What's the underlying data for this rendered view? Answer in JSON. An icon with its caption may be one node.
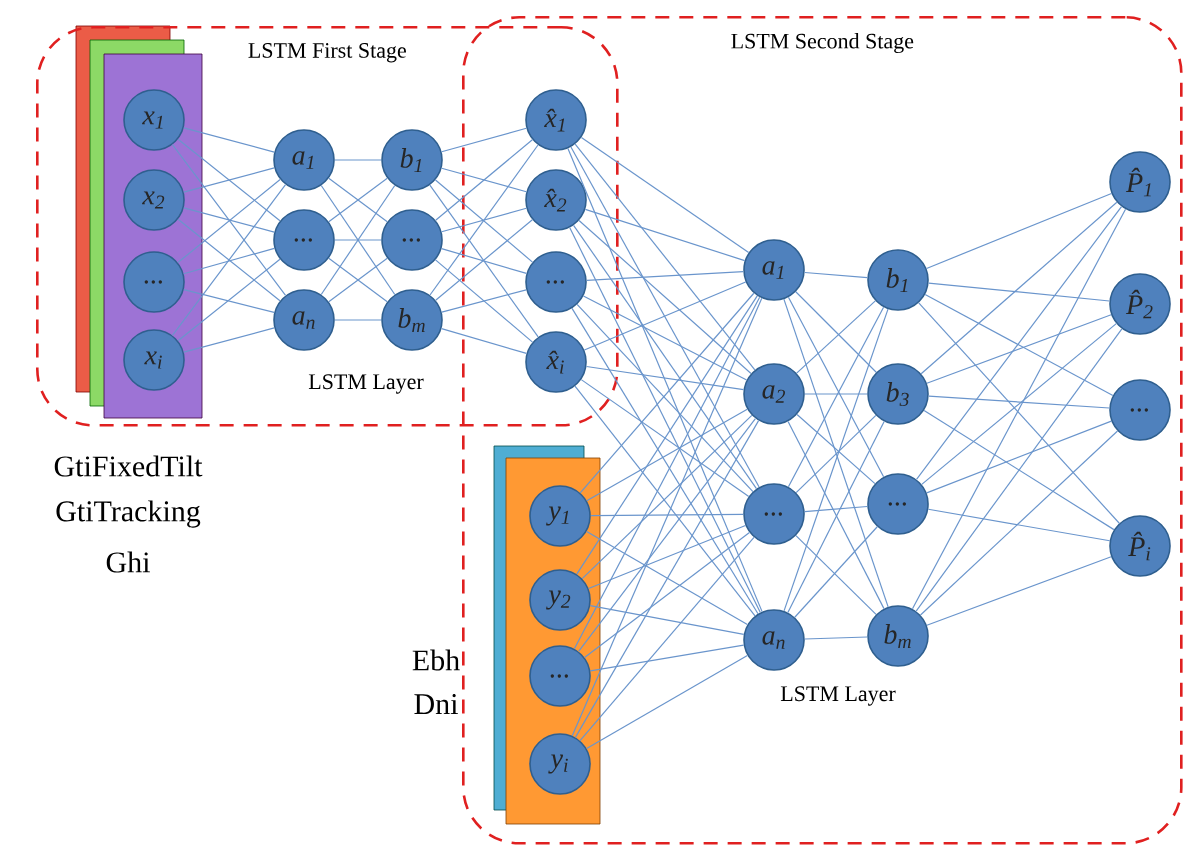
{
  "diagram": {
    "nodes": [
      {
        "text": [
          "LSTM First Stage"
        ]
      },
      {
        "text": [
          "LSTM Second Stage"
        ]
      },
      {
        "text": [
          "x$_{1}$"
        ],
        "in": 0
      },
      {
        "text": [
          "x$_{2}$"
        ],
        "in": 0
      },
      {
        "text": [
          "..."
        ],
        "in": 0
      },
      {
        "text": [
          "x$_{i}$"
        ],
        "in": 0
      },
      {
        "text": [
          "a$_{1}$"
        ],
        "in": 0
      },
      {
        "text": [
          "..."
        ],
        "in": 0
      },
      {
        "text": [
          "a$_{n}$"
        ],
        "in": 0
      },
      {
        "text": [
          "b$_{1}$"
        ],
        "in": 0
      },
      {
        "text": [
          "..."
        ],
        "in": 0
      },
      {
        "text": [
          "b$_{m}$"
        ],
        "in": 0
      },
      {
        "text": [
          "x̂$_{1}$"
        ]
      },
      {
        "text": [
          "x̂$_{2}$"
        ]
      },
      {
        "text": [
          "..."
        ]
      },
      {
        "text": [
          "x̂$_{i}$"
        ]
      },
      {
        "text": [
          "y$_{1}$"
        ],
        "in": 1
      },
      {
        "text": [
          "y$_{2}$"
        ],
        "in": 1
      },
      {
        "text": [
          "..."
        ],
        "in": 1
      },
      {
        "text": [
          "y$_{i}$"
        ],
        "in": 1
      },
      {
        "text": [
          "a$_{1}$"
        ],
        "in": 1
      },
      {
        "text": [
          "a$_{2}$"
        ],
        "in": 1
      },
      {
        "text": [
          "..."
        ],
        "in": 1
      },
      {
        "text": [
          "a$_{n}$"
        ],
        "in": 1
      },
      {
        "text": [
          "b$_{1}$"
        ],
        "in": 1
      },
      {
        "text": [
          "b$_{3}$"
        ],
        "in": 1
      },
      {
        "text": [
          "..."
        ],
        "in": 1
      },
      {
        "text": [
          "b$_{m}$"
        ],
        "in": 1
      },
      {
        "text": [
          "P̂$_{1}$"
        ],
        "in": 1
      },
      {
        "text": [
          "P̂$_{2}$"
        ],
        "in": 1
      },
      {
        "text": [
          "..."
        ],
        "in": 1
      },
      {
        "text": [
          "P̂$_{i}$"
        ],
        "in": 1
      }
    ],
    "edges": [
      {
        "from": 2,
        "to": 6,
        "arrow": "none"
      },
      {
        "from": 2,
        "to": 7,
        "arrow": "none"
      },
      {
        "from": 2,
        "to": 8,
        "arrow": "none"
      },
      {
        "from": 3,
        "to": 6,
        "arrow": "none"
      },
      {
        "from": 3,
        "to": 7,
        "arrow": "none"
      },
      {
        "from": 3,
        "to": 8,
        "arrow": "none"
      },
      {
        "from": 4,
        "to": 6,
        "arrow": "none"
      },
      {
        "from": 4,
        "to": 7,
        "arrow": "none"
      },
      {
        "from": 4,
        "to": 8,
        "arrow": "none"
      },
      {
        "from": 5,
        "to": 6,
        "arrow": "none"
      },
      {
        "from": 5,
        "to": 7,
        "arrow": "none"
      },
      {
        "from": 5,
        "to": 8,
        "arrow": "none"
      },
      {
        "from": 6,
        "to": 9,
        "arrow": "none"
      },
      {
        "from": 6,
        "to": 10,
        "arrow": "none"
      },
      {
        "from": 6,
        "to": 11,
        "arrow": "none"
      },
      {
        "from": 7,
        "to": 9,
        "arrow": "none"
      },
      {
        "from": 7,
        "to": 10,
        "arrow": "none"
      },
      {
        "from": 7,
        "to": 11,
        "arrow": "none"
      },
      {
        "from": 8,
        "to": 9,
        "arrow": "none"
      },
      {
        "from": 8,
        "to": 10,
        "arrow": "none"
      },
      {
        "from": 8,
        "to": 11,
        "arrow": "none"
      },
      {
        "from": 9,
        "to": 12,
        "arrow": "none"
      },
      {
        "from": 9,
        "to": 13,
        "arrow": "none"
      },
      {
        "from": 9,
        "to": 14,
        "arrow": "none"
      },
      {
        "from": 9,
        "to": 15,
        "arrow": "none"
      },
      {
        "from": 10,
        "to": 12,
        "arrow": "none"
      },
      {
        "from": 10,
        "to": 13,
        "arrow": "none"
      },
      {
        "from": 10,
        "to": 14,
        "arrow": "none"
      },
      {
        "from": 10,
        "to": 15,
        "arrow": "none"
      },
      {
        "from": 11,
        "to": 12,
        "arrow": "none"
      },
      {
        "from": 11,
        "to": 13,
        "arrow": "none"
      },
      {
        "from": 11,
        "to": 14,
        "arrow": "none"
      },
      {
        "from": 11,
        "to": 15,
        "arrow": "none"
      },
      {
        "from": 12,
        "to": 20,
        "arrow": "none"
      },
      {
        "from": 12,
        "to": 21,
        "arrow": "none"
      },
      {
        "from": 12,
        "to": 22,
        "arrow": "none"
      },
      {
        "from": 12,
        "to": 23,
        "arrow": "none"
      },
      {
        "from": 13,
        "to": 20,
        "arrow": "none"
      },
      {
        "from": 13,
        "to": 21,
        "arrow": "none"
      },
      {
        "from": 13,
        "to": 22,
        "arrow": "none"
      },
      {
        "from": 13,
        "to": 23,
        "arrow": "none"
      },
      {
        "from": 14,
        "to": 20,
        "arrow": "none"
      },
      {
        "from": 14,
        "to": 21,
        "arrow": "none"
      },
      {
        "from": 14,
        "to": 22,
        "arrow": "none"
      },
      {
        "from": 14,
        "to": 23,
        "arrow": "none"
      },
      {
        "from": 15,
        "to": 20,
        "arrow": "none"
      },
      {
        "from": 15,
        "to": 21,
        "arrow": "none"
      },
      {
        "from": 15,
        "to": 22,
        "arrow": "none"
      },
      {
        "from": 15,
        "to": 23,
        "arrow": "none"
      },
      {
        "from": 16,
        "to": 20,
        "arrow": "none"
      },
      {
        "from": 16,
        "to": 21,
        "arrow": "none"
      },
      {
        "from": 16,
        "to": 22,
        "arrow": "none"
      },
      {
        "from": 16,
        "to": 23,
        "arrow": "none"
      },
      {
        "from": 17,
        "to": 20,
        "arrow": "none"
      },
      {
        "from": 17,
        "to": 21,
        "arrow": "none"
      },
      {
        "from": 17,
        "to": 22,
        "arrow": "none"
      },
      {
        "from": 17,
        "to": 23,
        "arrow": "none"
      },
      {
        "from": 18,
        "to": 20,
        "arrow": "none"
      },
      {
        "from": 18,
        "to": 21,
        "arrow": "none"
      },
      {
        "from": 18,
        "to": 22,
        "arrow": "none"
      },
      {
        "from": 18,
        "to": 23,
        "arrow": "none"
      },
      {
        "from": 19,
        "to": 20,
        "arrow": "none"
      },
      {
        "from": 19,
        "to": 21,
        "arrow": "none"
      },
      {
        "from": 19,
        "to": 22,
        "arrow": "none"
      },
      {
        "from": 19,
        "to": 23,
        "arrow": "none"
      },
      {
        "from": 20,
        "to": 24,
        "arrow": "none"
      },
      {
        "from": 20,
        "to": 25,
        "arrow": "none"
      },
      {
        "from": 20,
        "to": 26,
        "arrow": "none"
      },
      {
        "from": 20,
        "to": 27,
        "arrow": "none"
      },
      {
        "from": 21,
        "to": 24,
        "arrow": "none"
      },
      {
        "from": 21,
        "to": 25,
        "arrow": "none"
      },
      {
        "from": 21,
        "to": 26,
        "arrow": "none"
      },
      {
        "from": 21,
        "to": 27,
        "arrow": "none"
      },
      {
        "from": 22,
        "to": 24,
        "arrow": "none"
      },
      {
        "from": 22,
        "to": 25,
        "arrow": "none"
      },
      {
        "from": 22,
        "to": 26,
        "arrow": "none"
      },
      {
        "from": 22,
        "to": 27,
        "arrow": "none"
      },
      {
        "from": 23,
        "to": 24,
        "arrow": "none"
      },
      {
        "from": 23,
        "to": 25,
        "arrow": "none"
      },
      {
        "from": 23,
        "to": 26,
        "arrow": "none"
      },
      {
        "from": 23,
        "to": 27,
        "arrow": "none"
      },
      {
        "from": 24,
        "to": 28,
        "arrow": "none"
      },
      {
        "from": 24,
        "to": 29,
        "arrow": "none"
      },
      {
        "from": 24,
        "to": 30,
        "arrow": "none"
      },
      {
        "from": 24,
        "to": 31,
        "arrow": "none"
      },
      {
        "from": 25,
        "to": 28,
        "arrow": "none"
      },
      {
        "from": 25,
        "to": 29,
        "arrow": "none"
      },
      {
        "from": 25,
        "to": 30,
        "arrow": "none"
      },
      {
        "from": 25,
        "to": 31,
        "arrow": "none"
      },
      {
        "from": 26,
        "to": 28,
        "arrow": "none"
      },
      {
        "from": 26,
        "to": 29,
        "arrow": "none"
      },
      {
        "from": 26,
        "to": 30,
        "arrow": "none"
      },
      {
        "from": 26,
        "to": 31,
        "arrow": "none"
      },
      {
        "from": 27,
        "to": 28,
        "arrow": "none"
      },
      {
        "from": 27,
        "to": 29,
        "arrow": "none"
      },
      {
        "from": 27,
        "to": 30,
        "arrow": "none"
      },
      {
        "from": 27,
        "to": 31,
        "arrow": "none"
      }
    ],
    "labels": [
      "LSTM Layer",
      "GtiFixedTilt",
      "GtiTracking",
      "Ghi",
      "Ebh",
      "Dni",
      "LSTM Layer"
    ]
  }
}
